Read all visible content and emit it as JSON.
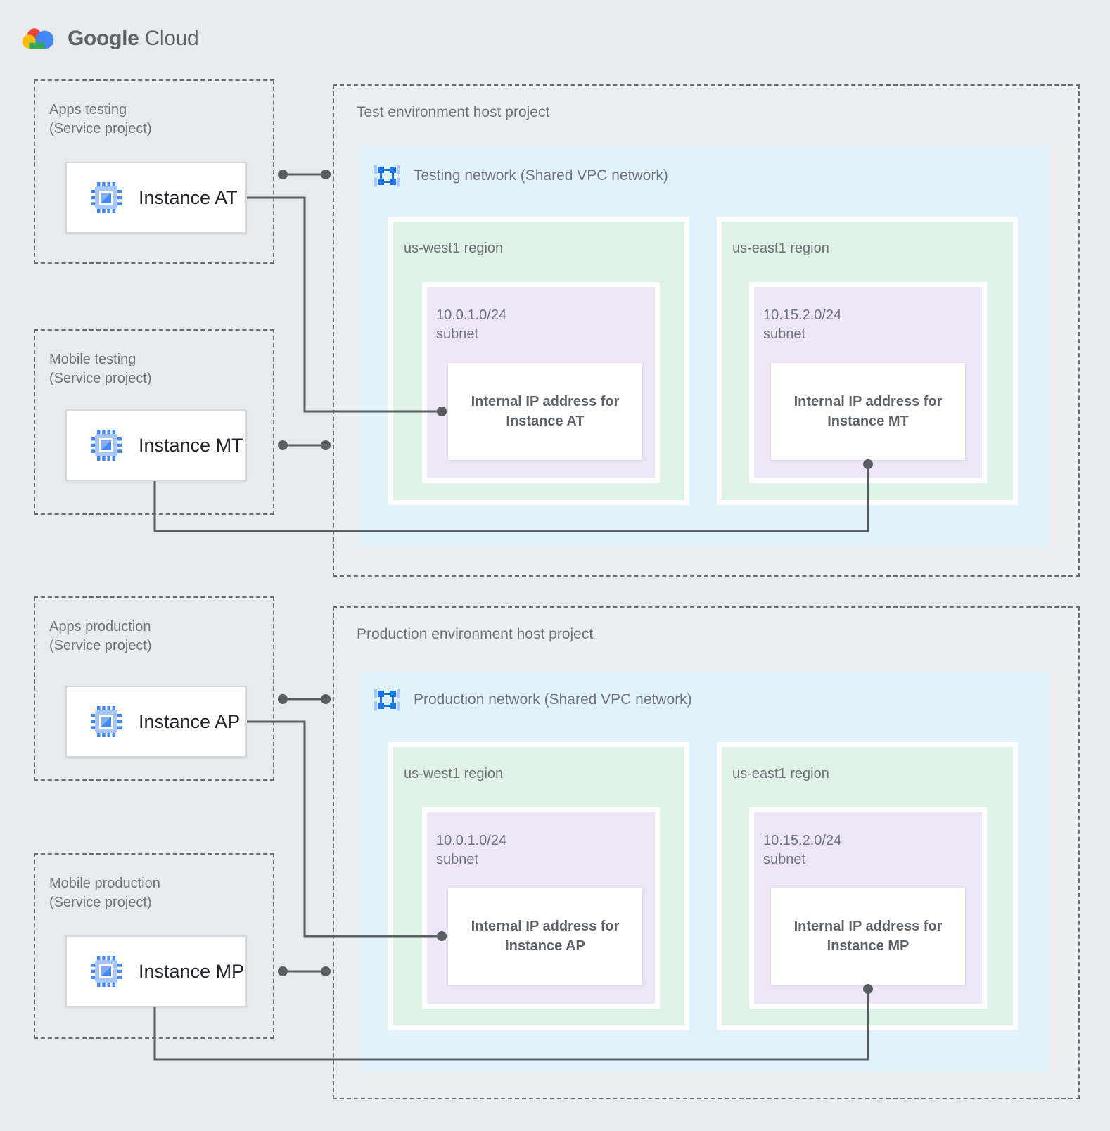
{
  "logo": {
    "brand": "Google",
    "product": "Cloud"
  },
  "colors": {
    "page_background": "#E8EAED",
    "network_fill": "#E0F3FD",
    "region_fill": "#DEF2E8",
    "subnet_fill": "#ECE6F6",
    "connector": "#5A5E62",
    "instance_blue": "#4285F4"
  },
  "sections": [
    {
      "host": {
        "title": "Test environment host project"
      },
      "network": {
        "label": "Testing network (Shared VPC network)"
      },
      "service_projects": [
        {
          "name": "Apps testing",
          "type": "(Service project)",
          "instance": "Instance AT"
        },
        {
          "name": "Mobile testing",
          "type": "(Service project)",
          "instance": "Instance MT"
        }
      ],
      "regions": [
        {
          "label": "us-west1 region",
          "cidr": "10.0.1.0/24",
          "subnet_word": "subnet",
          "ip_line1": "Internal IP address for",
          "ip_line2": "Instance AT"
        },
        {
          "label": "us-east1 region",
          "cidr": "10.15.2.0/24",
          "subnet_word": "subnet",
          "ip_line1": "Internal IP address for",
          "ip_line2": "Instance MT"
        }
      ]
    },
    {
      "host": {
        "title": "Production environment host project"
      },
      "network": {
        "label": "Production network (Shared VPC network)"
      },
      "service_projects": [
        {
          "name": "Apps production",
          "type": "(Service project)",
          "instance": "Instance AP"
        },
        {
          "name": "Mobile production",
          "type": "(Service project)",
          "instance": "Instance MP"
        }
      ],
      "regions": [
        {
          "label": "us-west1 region",
          "cidr": "10.0.1.0/24",
          "subnet_word": "subnet",
          "ip_line1": "Internal IP address for",
          "ip_line2": "Instance AP"
        },
        {
          "label": "us-east1 region",
          "cidr": "10.15.2.0/24",
          "subnet_word": "subnet",
          "ip_line1": "Internal IP address for",
          "ip_line2": "Instance MP"
        }
      ]
    }
  ]
}
